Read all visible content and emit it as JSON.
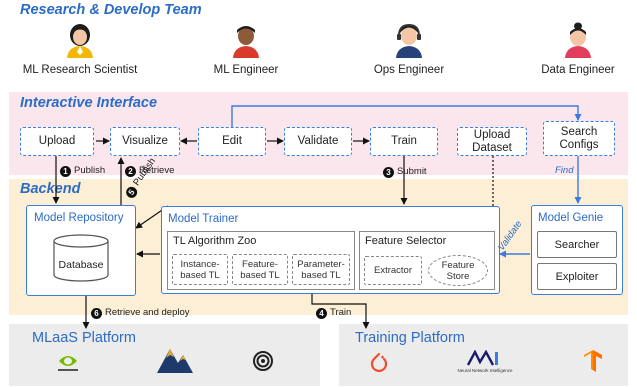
{
  "sections": {
    "team": "Research & Develop Team",
    "interface": "Interactive Interface",
    "backend": "Backend"
  },
  "roles": [
    {
      "label": "ML Research Scientist"
    },
    {
      "label": "ML Engineer"
    },
    {
      "label": "Ops Engineer"
    },
    {
      "label": "Data Engineer"
    }
  ],
  "interface_boxes": {
    "upload": "Upload",
    "visualize": "Visualize",
    "edit": "Edit",
    "validate": "Validate",
    "train": "Train",
    "upload_dataset": "Upload Dataset",
    "search_configs": "Search Configs"
  },
  "backend": {
    "model_repository": "Model Repository",
    "database": "Database",
    "model_trainer": "Model Trainer",
    "tl_zoo": "TL Algorithm Zoo",
    "instance_tl": "Instance-based TL",
    "feature_tl": "Feature-based TL",
    "parameter_tl": "Parameter-based TL",
    "feature_selector": "Feature Selector",
    "extractor": "Extractor",
    "feature_store": "Feature Store",
    "model_genie": "Model Genie",
    "searcher": "Searcher",
    "exploiter": "Exploiter"
  },
  "edge_labels": {
    "publish_1": "Publish",
    "retrieve_2": "Retrieve",
    "submit_3": "Submit",
    "publish_5": "Publish",
    "find": "Find",
    "validate": "Validate",
    "retrieve_deploy_6": "Retrieve and deploy",
    "train_4": "Train"
  },
  "steps": {
    "s1": "1",
    "s2": "2",
    "s3": "3",
    "s4": "4",
    "s5": "5",
    "s6": "6"
  },
  "platforms": {
    "mlaas": "MLaaS Platform",
    "training": "Training Platform",
    "nni": "Neural Network Intelligence"
  },
  "colors": {
    "accent": "#2b6cc4",
    "box_border": "#3b7ddd",
    "interface_band": "#fce6ee",
    "backend_band": "#fcefd6",
    "platform_band": "#ececec"
  }
}
